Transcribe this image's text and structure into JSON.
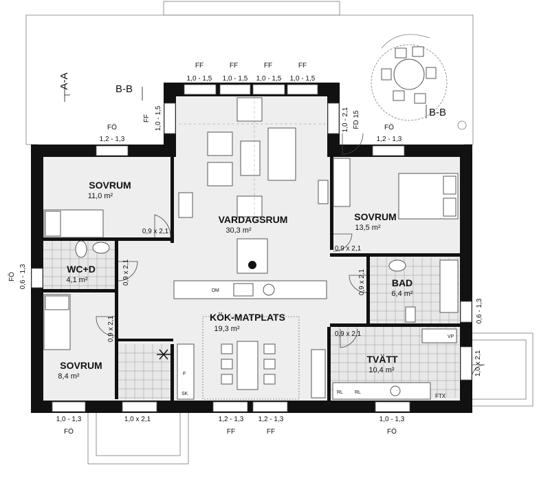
{
  "rooms": {
    "sovrum_nw": {
      "name": "SOVRUM",
      "area": "11,0 m²"
    },
    "vardagsrum": {
      "name": "VARDAGSRUM",
      "area": "30,3 m²"
    },
    "sovrum_ne": {
      "name": "SOVRUM",
      "area": "13,5 m²"
    },
    "wc": {
      "name": "WC+D",
      "area": "4,1 m²"
    },
    "bad": {
      "name": "BAD",
      "area": "6,4 m²"
    },
    "kok": {
      "name": "KÖK-MATPLATS",
      "area": "19,3 m²"
    },
    "sovrum_sw": {
      "name": "SOVRUM",
      "area": "8,4 m²"
    },
    "tvatt": {
      "name": "TVÄTT",
      "area": "10,4 m²"
    }
  },
  "sections": {
    "a": "A-A",
    "b_left": "B-B",
    "b_right": "B-B"
  },
  "windows": {
    "top1": {
      "code": "FF",
      "size": "1,0 - 1,5"
    },
    "top2": {
      "code": "FF",
      "size": "1,0 - 1,5"
    },
    "top3": {
      "code": "FF",
      "size": "1,0 - 1,5"
    },
    "top4": {
      "code": "FF",
      "size": "1,0 - 1,5"
    },
    "living_left": {
      "code": "FF",
      "size": "1,0 - 1,5"
    },
    "nw_top": {
      "code": "FÖ",
      "size": "1,2 - 1,3"
    },
    "ne_top": {
      "code": "FÖ",
      "size": "1,2 - 1,3"
    },
    "left_wall": {
      "code": "FÖ",
      "size": "0,6 - 1,3"
    },
    "right_wall": {
      "size": "0,6 - 1,3"
    },
    "bottom_sw": {
      "code": "FÖ",
      "size": "1,0 - 1,3"
    },
    "bottom_kok1": {
      "code": "FF",
      "size": "1,2 - 1,3"
    },
    "bottom_kok2": {
      "code": "FF",
      "size": "1,2 - 1,3"
    },
    "bottom_tvatt": {
      "code": "FÖ",
      "size": "1,0 - 1,3"
    }
  },
  "doors": {
    "fd15": {
      "code": "FD 15",
      "size": "1,0 - 2,1"
    },
    "sovrum_nw": "0,9 x 2,1",
    "sovrum_ne": "0,9 x 2,1",
    "wc_vertical": "0,9 x 2,1",
    "sovrum_sw": "0,9 x 2,1",
    "bad": "0,9 x 2,1",
    "tvatt_inner": "0,9 x 2,1",
    "entrance": "1,0 x 2,1",
    "tvatt_outer": "1,0 x 2,1"
  },
  "fixtures": {
    "dm": "DM",
    "vp": "VP",
    "rl1": "RL",
    "rl2": "RL",
    "ftx": "FTX",
    "f": "F",
    "sk": "SK"
  },
  "colors": {
    "wall": "#111111",
    "floor": "#eeeeee",
    "terrace_line": "#777777"
  }
}
